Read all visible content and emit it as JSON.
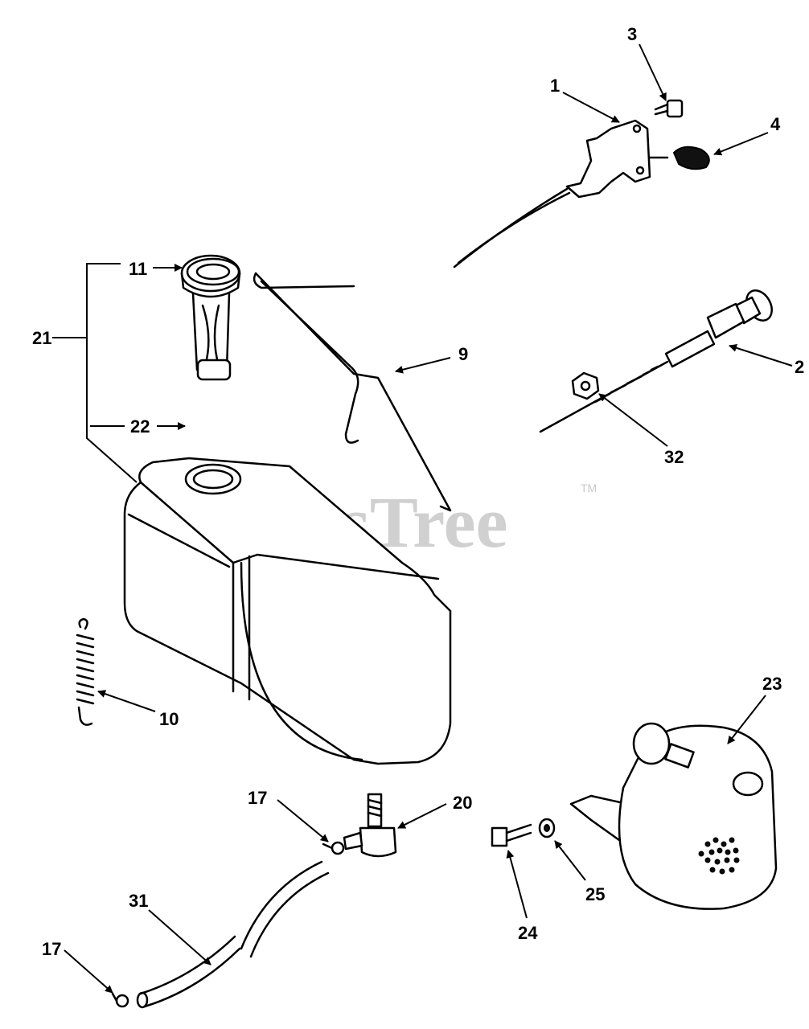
{
  "watermark": {
    "text": "PartsTree",
    "trademark": "TM"
  },
  "callouts": {
    "c1": "1",
    "c2": "2",
    "c3": "3",
    "c4": "4",
    "c9": "9",
    "c10": "10",
    "c11": "11",
    "c17a": "17",
    "c17b": "17",
    "c20": "20",
    "c21": "21",
    "c22": "22",
    "c23": "23",
    "c24": "24",
    "c25": "25",
    "c31": "31",
    "c32": "32"
  }
}
